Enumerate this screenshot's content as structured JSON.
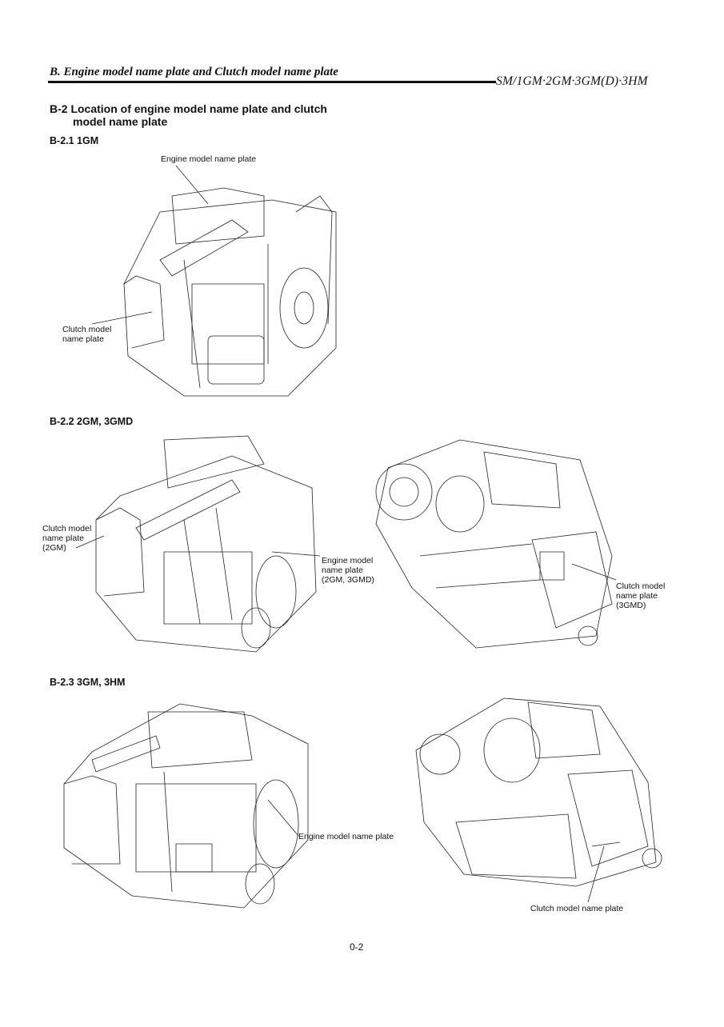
{
  "header": {
    "section_title": "B. Engine model name plate and Clutch model name plate",
    "models": "SM/1GM·2GM·3GM(D)·3HM"
  },
  "section": {
    "title_line1": "B-2 Location of engine model name plate and clutch",
    "title_line2": "model name plate"
  },
  "sub_1gm": {
    "heading": "B-2.1 1GM",
    "engine_plate_label": "Engine model name plate",
    "clutch_plate_label_1": "Clutch model",
    "clutch_plate_label_2": "name plate"
  },
  "sub_2gm": {
    "heading": "B-2.2 2GM, 3GMD",
    "clutch_plate_label_1": "Clutch model",
    "clutch_plate_label_2": "name plate",
    "clutch_plate_label_3": "(2GM)",
    "engine_plate_label_1": "Engine model",
    "engine_plate_label_2": "name plate",
    "engine_plate_label_3": "(2GM, 3GMD)",
    "clutch_plate_right_1": "Clutch model",
    "clutch_plate_right_2": "name plate",
    "clutch_plate_right_3": "(3GMD)"
  },
  "sub_3gm": {
    "heading": "B-2.3 3GM, 3HM",
    "engine_plate_label": "Engine model name plate",
    "clutch_plate_label": "Clutch model name plate"
  },
  "footer": {
    "page_number": "0-2"
  }
}
